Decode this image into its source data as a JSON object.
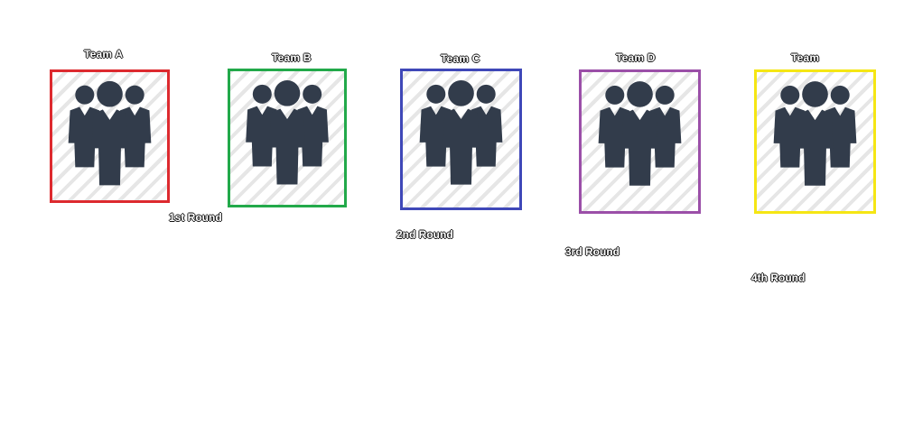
{
  "teams": [
    {
      "name": "Team A",
      "icon": "team-people-icon",
      "border_color": "#dd2a2f"
    },
    {
      "name": "Team B",
      "icon": "team-people-icon",
      "border_color": "#22a94a"
    },
    {
      "name": "Team C",
      "icon": "team-people-icon",
      "border_color": "#3f48b8"
    },
    {
      "name": "Team D",
      "icon": "team-people-icon",
      "border_color": "#9b4fa8"
    },
    {
      "name": "Team",
      "icon": "team-people-icon",
      "border_color": "#f5e614"
    }
  ],
  "rounds": [
    {
      "label": "1st Round"
    },
    {
      "label": "2nd Round"
    },
    {
      "label": "3rd Round"
    },
    {
      "label": "4th Round"
    }
  ],
  "icon_color": "#323c4b"
}
